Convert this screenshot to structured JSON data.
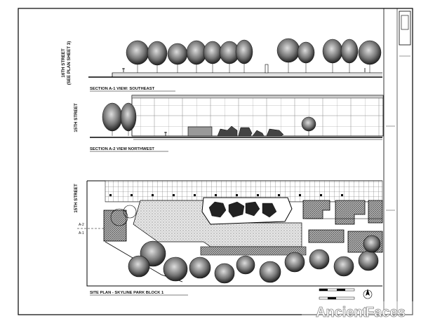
{
  "sheet": {
    "section_a1": {
      "street_label_line1": "16TH STREET",
      "street_label_line2": "(SEE PLAN SHEET 3)",
      "title": "SECTION A-1 VIEW: SOUTHEAST"
    },
    "section_a2": {
      "street_label": "15TH STREET",
      "title": "SECTION A-2 VIEW NORTHWEST"
    },
    "site_plan": {
      "street_label": "15TH STREET",
      "title": "SITE PLAN - SKYLINE PARK BLOCK 1",
      "section_marker_top": "A-2",
      "section_marker_bottom": "A-1"
    },
    "watermark": {
      "text_part1": "Ancient",
      "text_part2": "Faces"
    }
  }
}
